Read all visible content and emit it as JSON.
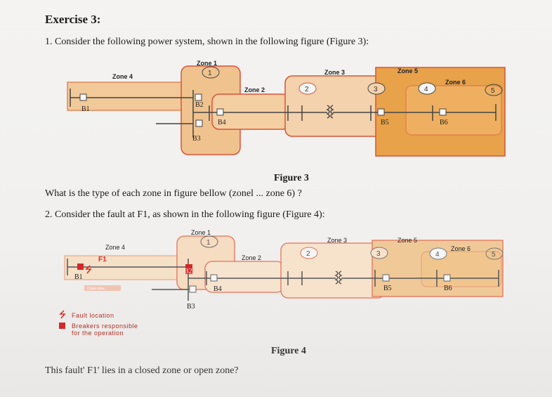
{
  "exercise_title": "Exercise 3:",
  "question1": "1. Consider the following power system, shown in the following figure (Figure 3):",
  "figure3": {
    "caption": "Figure 3",
    "zones": [
      "Zone 1",
      "Zone 2",
      "Zone 3",
      "Zone 4",
      "Zone 5",
      "Zone 6"
    ],
    "zone_numbers": [
      "1",
      "2",
      "3",
      "4",
      "5"
    ],
    "buses": [
      "B1",
      "B2",
      "B3",
      "B4",
      "B5",
      "B6"
    ]
  },
  "question_zone_type": "What is the type of each zone in figure bellow (zonel ... zone 6) ?",
  "question2": "2. Consider the fault at F1, as shown in the following figure (Figure 4):",
  "figure4": {
    "caption": "Figure 4",
    "fault_label": "F1",
    "zones": [
      "Zone 1",
      "Zone 2",
      "Zone 3",
      "Zone 4",
      "Zone 5",
      "Zone 6"
    ],
    "zone_numbers": [
      "1",
      "2",
      "3",
      "4",
      "5"
    ],
    "buses": [
      "B1",
      "B2",
      "B3",
      "B4",
      "B5",
      "B6"
    ],
    "small_label": "Close zone",
    "legend": {
      "fault_location": "Fault location",
      "breakers_line1": "Breakers responsible",
      "breakers_line2": "for the operation"
    }
  },
  "final_question": "This fault' F1' lies in a closed zone or open zone?",
  "colors": {
    "zone_fill": "#f2c999",
    "zone_dark": "#e8a24a",
    "zone_border": "#d9533a",
    "fault_red": "#d62828"
  }
}
